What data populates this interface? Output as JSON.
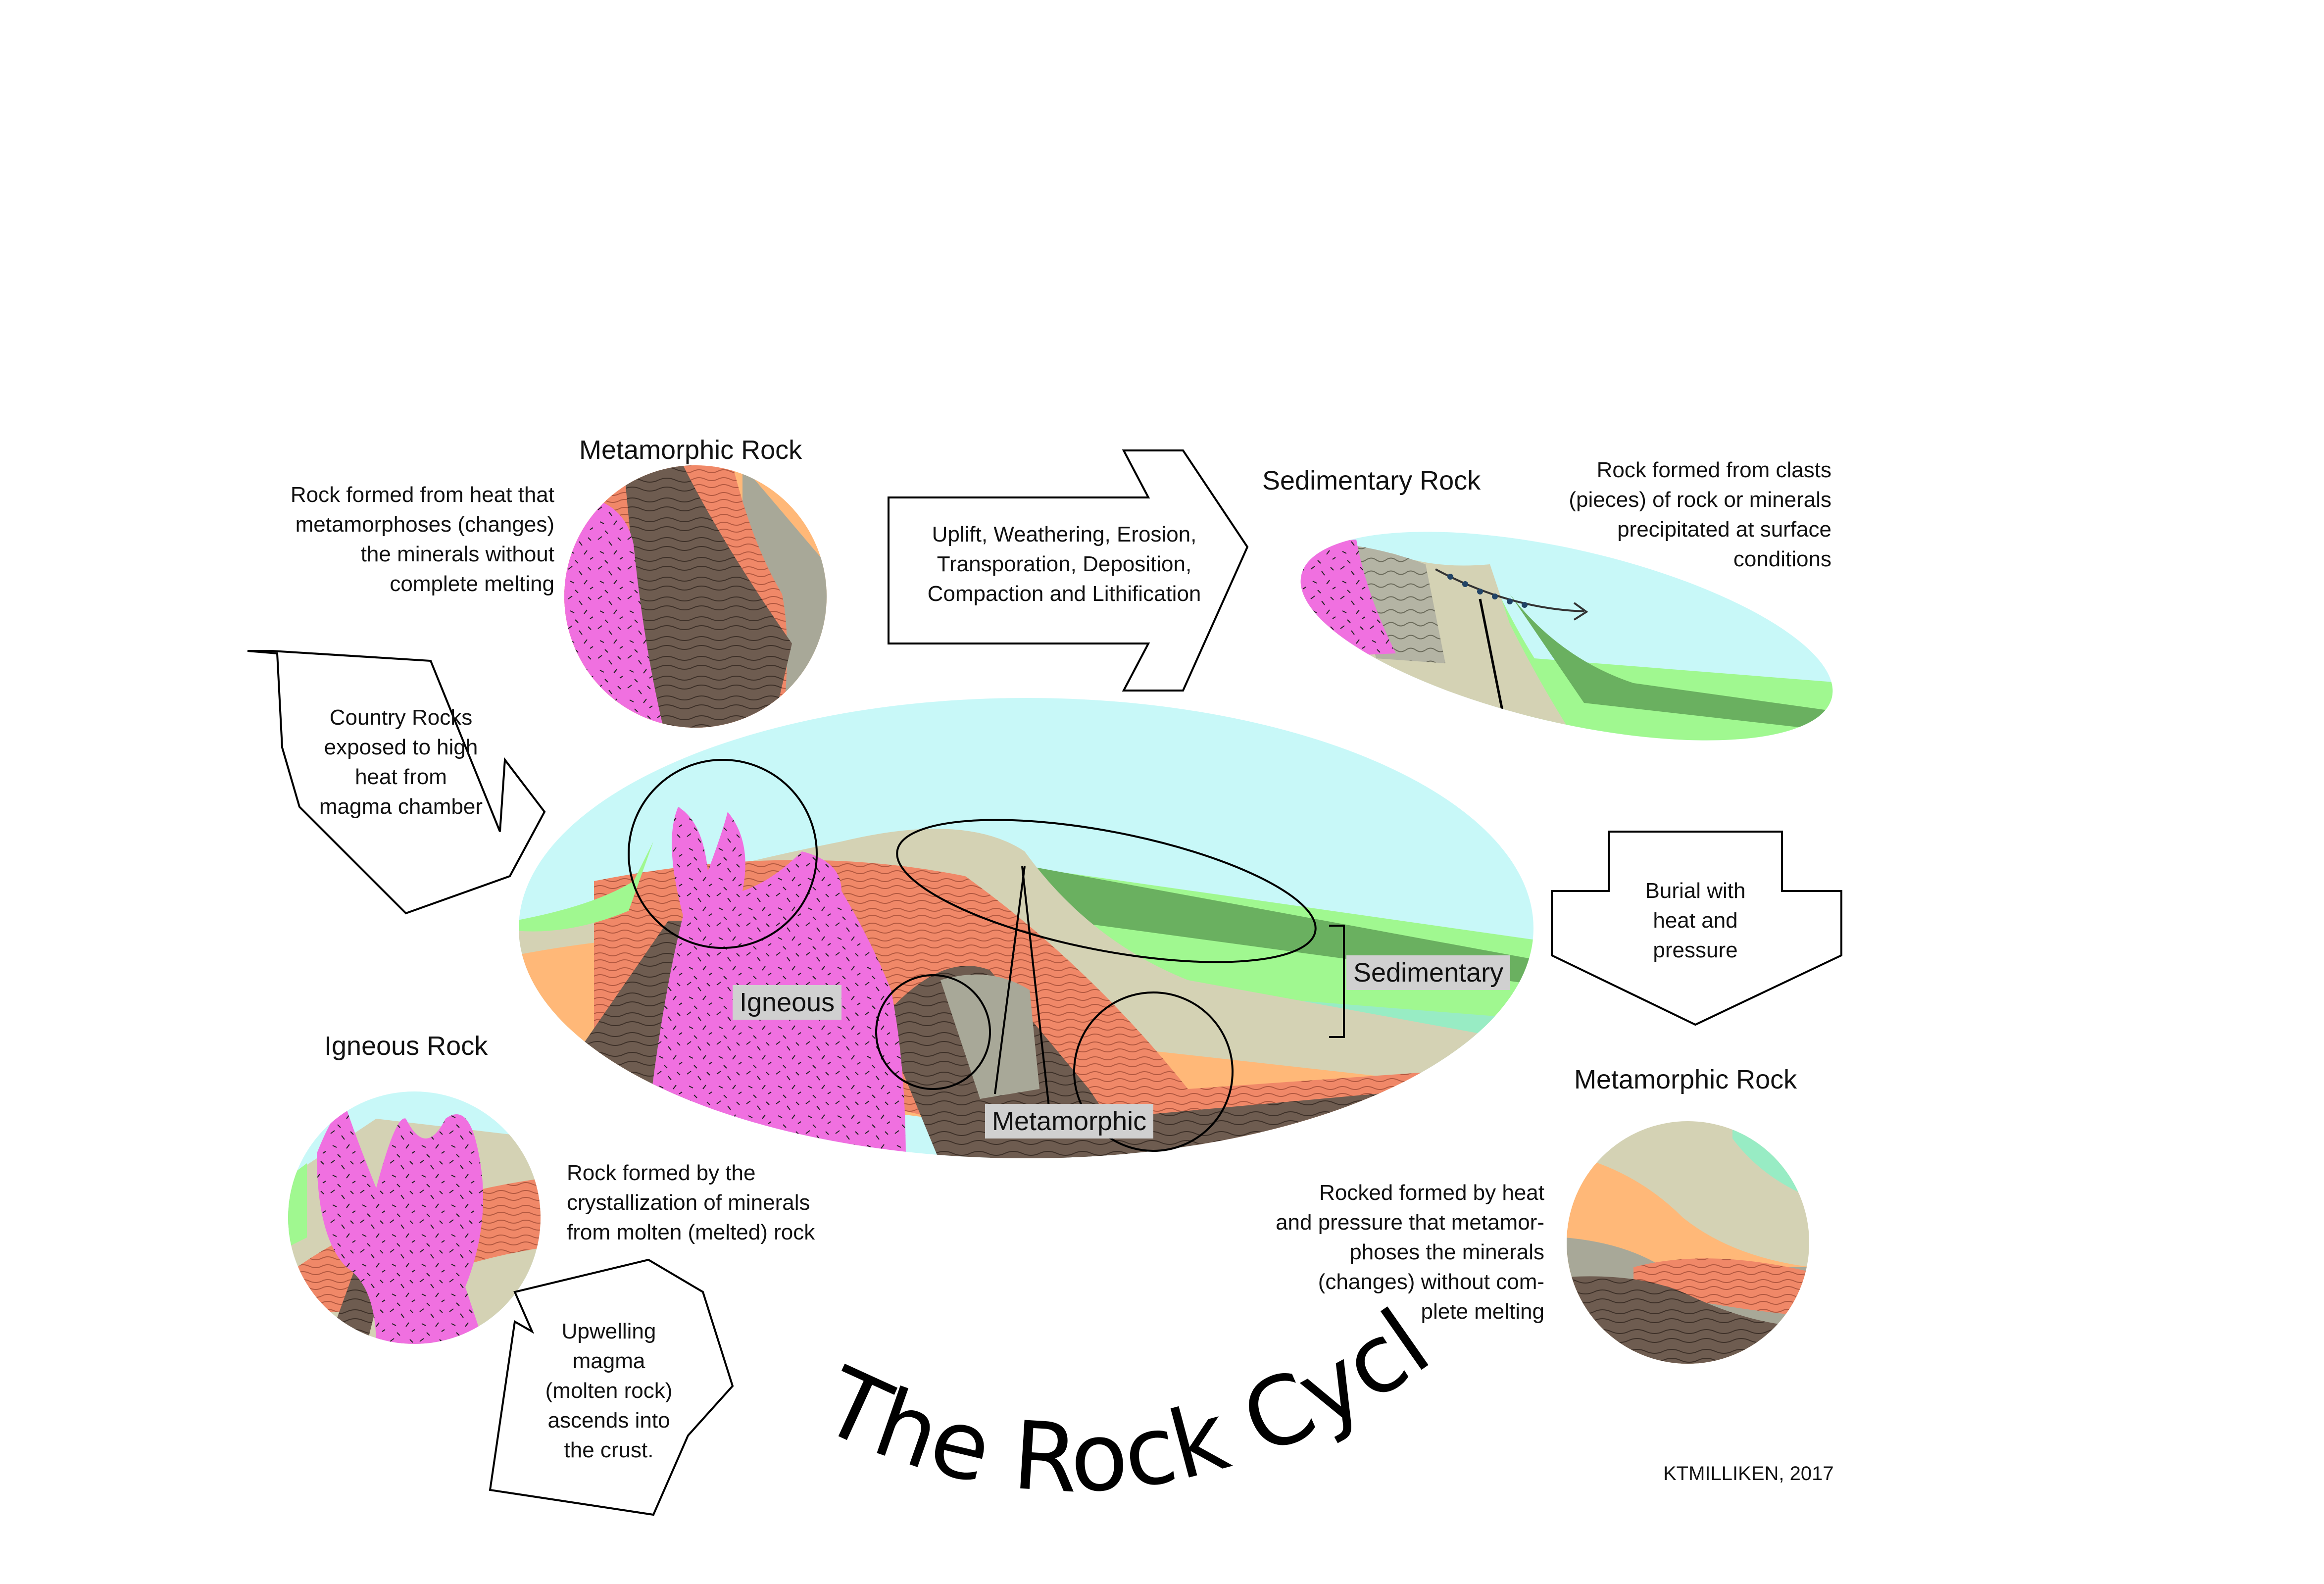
{
  "title": "The Rock Cycle",
  "credit": "KTMILLIKEN, 2017",
  "panels": {
    "metamorphic_top": {
      "heading": "Metamorphic Rock",
      "desc_lines": [
        "Rock formed from heat that",
        "metamorphoses (changes)",
        "the minerals without",
        "complete melting"
      ]
    },
    "sedimentary": {
      "heading": "Sedimentary Rock",
      "desc_lines": [
        "Rock formed from clasts",
        "(pieces) of rock or minerals",
        "precipitated at surface",
        "conditions"
      ]
    },
    "metamorphic_right": {
      "heading": "Metamorphic Rock",
      "desc_lines": [
        "Rocked formed by heat",
        "and pressure that metamor-",
        "phoses the minerals",
        "(changes) without com-",
        "plete melting"
      ]
    },
    "igneous": {
      "heading": "Igneous Rock",
      "desc_lines": [
        "Rock formed by the",
        "crystallization of minerals",
        "from molten (melted) rock"
      ]
    }
  },
  "arrows": {
    "top": [
      "Uplift,  Weathering, Erosion,",
      "Transporation, Deposition,",
      "Compaction and Lithification"
    ],
    "left": [
      "Country Rocks",
      "exposed to high",
      "heat from",
      "magma chamber"
    ],
    "right": [
      "Burial with",
      "heat and",
      "pressure"
    ],
    "bottom": [
      "Upwelling",
      "magma",
      "(molten rock)",
      "ascends into",
      "the crust."
    ]
  },
  "central_labels": {
    "igneous": "Igneous",
    "sedimentary": "Sedimentary",
    "metamorphic": "Metamorphic"
  },
  "colors": {
    "sky": "#c8f8f8",
    "igneous_magma": "#f070e0",
    "metamorphic_dark": "#6e5c50",
    "orange": "#ffb878",
    "salmon": "#f08868",
    "tan": "#d4d2b4",
    "gray": "#a8a898",
    "green_light": "#a0f890",
    "green_dark": "#6ab060",
    "teal": "#98ecc4"
  }
}
